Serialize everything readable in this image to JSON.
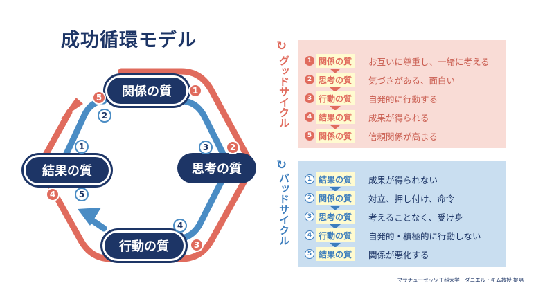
{
  "title": "成功循環モデル",
  "nodes": {
    "relation": "関係の質",
    "thinking": "思考の質",
    "action": "行動の質",
    "result": "結果の質"
  },
  "cycle_numbers": [
    "1",
    "2",
    "3",
    "4",
    "5"
  ],
  "good_cycle": {
    "label": "グッドサイクル",
    "icon": "refresh-icon",
    "color": "#e06b5d",
    "steps": [
      {
        "n": "1",
        "tag": "関係の質",
        "desc": "お互いに尊重し、一緒に考える"
      },
      {
        "n": "2",
        "tag": "思考の質",
        "desc": "気づきがある、面白い"
      },
      {
        "n": "3",
        "tag": "行動の質",
        "desc": "自発的に行動する"
      },
      {
        "n": "4",
        "tag": "結果の質",
        "desc": "成果が得られる"
      },
      {
        "n": "5",
        "tag": "関係の質",
        "desc": "信頼関係が高まる"
      }
    ]
  },
  "bad_cycle": {
    "label": "バッドサイクル",
    "icon": "refresh-icon",
    "color": "#3c7dbd",
    "steps": [
      {
        "n": "1",
        "tag": "結果の質",
        "desc": "成果が得られない"
      },
      {
        "n": "2",
        "tag": "関係の質",
        "desc": "対立、押し付け、命令"
      },
      {
        "n": "3",
        "tag": "思考の質",
        "desc": "考えることなく、受け身"
      },
      {
        "n": "4",
        "tag": "行動の質",
        "desc": "自発的・積極的に行動しない"
      },
      {
        "n": "5",
        "tag": "結果の質",
        "desc": "関係が悪化する"
      }
    ]
  },
  "credit": "マサチューセッツ工科大学　ダニエル・キム教授 提唱"
}
